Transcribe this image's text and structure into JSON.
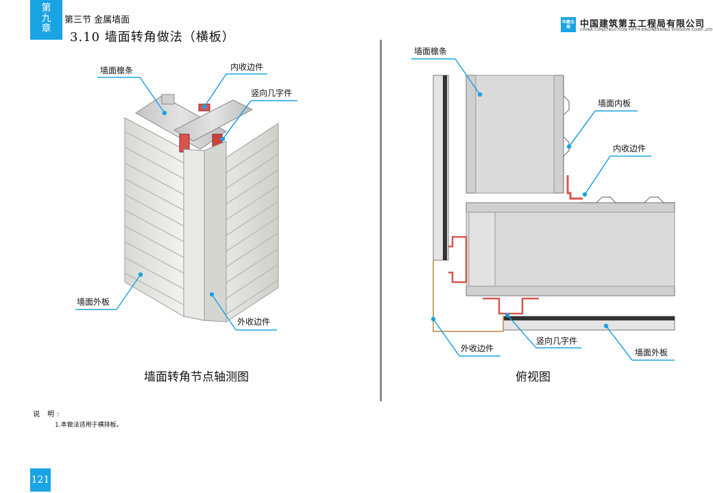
{
  "chapter": {
    "label_chars": [
      "第",
      "九",
      "章"
    ]
  },
  "section": {
    "label": "第三节  金属墙面"
  },
  "title": "3.10  墙面转角做法（横板）",
  "company": {
    "logo_text": "中建五局",
    "name_cn": "中国建筑第五工程局有限公司",
    "name_en": "CHINA CONSTRUCTION FIFTH ENGINEERING DIVISION CORP.,LTD"
  },
  "left_diagram": {
    "caption": "墙面转角节点轴测图",
    "labels": {
      "purlin": "墙面檩条",
      "inner_trim": "内收边件",
      "vertical_bracket": "竖向几字件",
      "outer_panel": "墙面外板",
      "outer_trim": "外收边件"
    }
  },
  "right_diagram": {
    "caption": "俯视图",
    "labels": {
      "purlin": "墙面檩条",
      "inner_panel": "墙面内板",
      "inner_trim": "内收边件",
      "outer_trim": "外收边件",
      "vertical_bracket": "竖向几字件",
      "outer_panel": "墙面外板"
    }
  },
  "notes": {
    "title": "说 明:",
    "items": [
      "1.本做法适用于横排板。"
    ]
  },
  "page_number": "121",
  "colors": {
    "accent": "#1aa3e3",
    "trim_red": "#d9534f",
    "trim_tan": "#c8a46a"
  }
}
